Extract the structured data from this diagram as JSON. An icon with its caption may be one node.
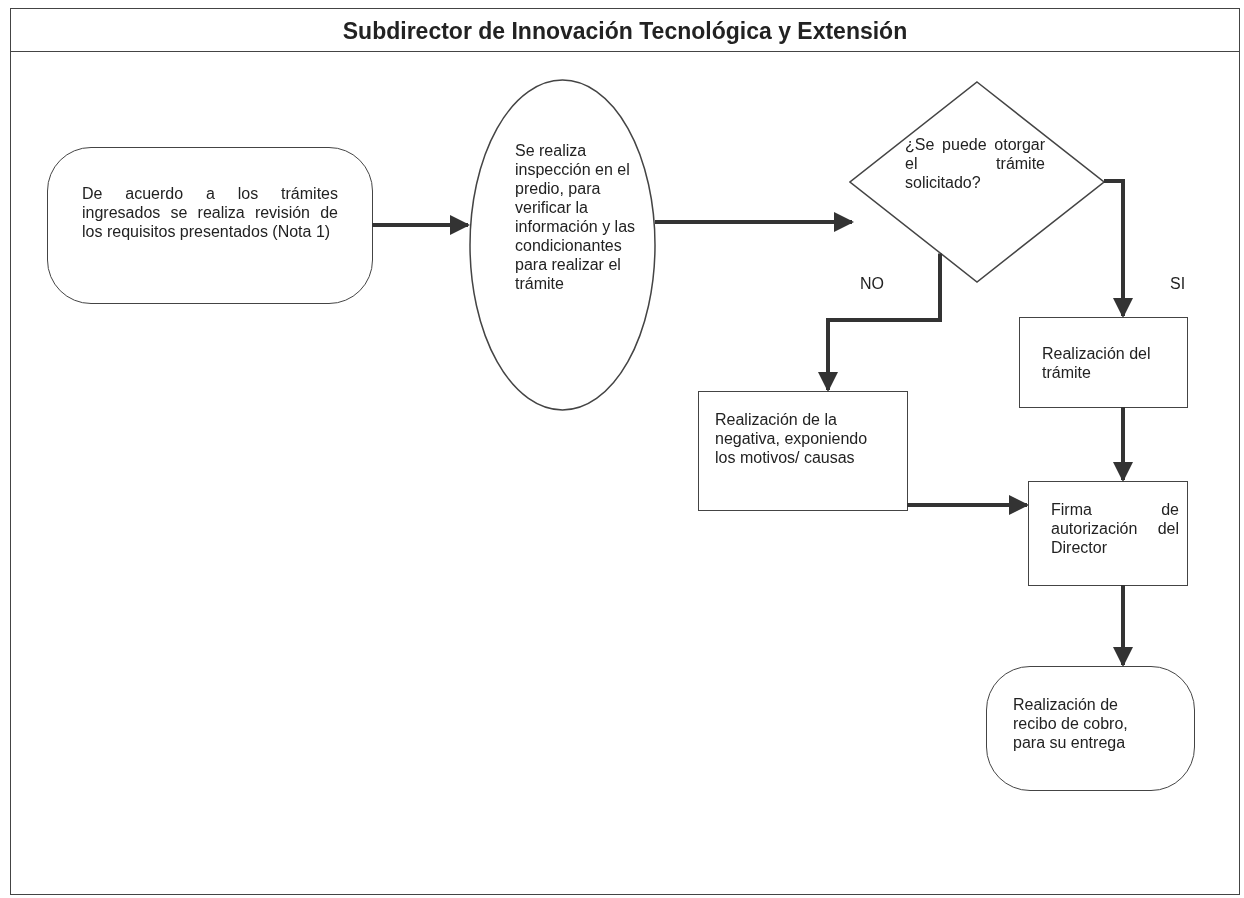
{
  "diagram": {
    "nodes": [
      {
        "text": [
          "Subdirector de Innovación Tecnológica y Extensión"
        ]
      },
      {
        "text": [
          "De acuerdo a los trámites ingresados se realiza revisión de los requisitos presentados (Nota 1)"
        ],
        "in": 0
      },
      {
        "text": [
          "Se realiza inspección en el predio, para verificar la información y las condicionantes para realizar el trámite"
        ],
        "in": 0
      },
      {
        "text": [
          "¿Se puede otorgar el trámite solicitado?"
        ],
        "in": 0
      },
      {
        "text": [
          "Realización del trámite"
        ],
        "in": 0
      },
      {
        "text": [
          "Realización de la negativa, exponiendo los motivos/ causas"
        ],
        "in": 0
      },
      {
        "text": [
          "Firma de autorización del Director"
        ],
        "in": 0
      },
      {
        "text": [
          "Realización de recibo de cobro, para su entrega"
        ],
        "in": 0
      }
    ],
    "edges": [
      {
        "from": 1,
        "to": 2,
        "arrow": "to"
      },
      {
        "from": 2,
        "to": 3,
        "arrow": "to"
      },
      {
        "from": 3,
        "to": 5,
        "arrow": "to",
        "label": "NO"
      },
      {
        "from": 3,
        "to": 4,
        "arrow": "to",
        "label": "SI"
      },
      {
        "from": 4,
        "to": 6,
        "arrow": "to"
      },
      {
        "from": 5,
        "to": 6,
        "arrow": "to"
      },
      {
        "from": 6,
        "to": 7,
        "arrow": "to"
      }
    ]
  }
}
